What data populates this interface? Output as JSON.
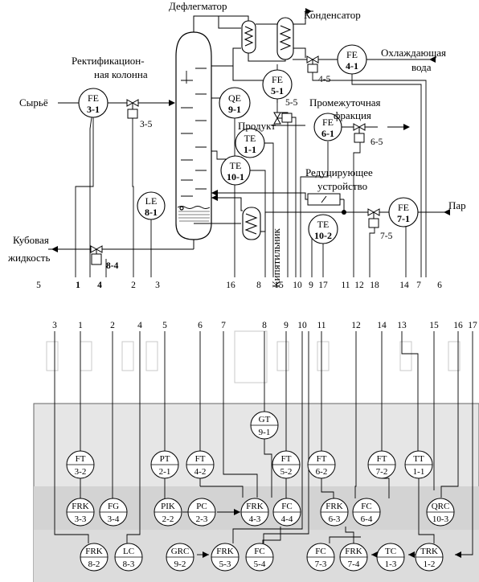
{
  "labels": {
    "deflegmator": "Дефлегматор",
    "condenser": "Конденсатор",
    "cooling_1": "Охлаждающая",
    "cooling_2": "вода",
    "column_1": "Ректификацион-",
    "column_2": "ная колонна",
    "feed": "Сырьё",
    "intermediate_1": "Промежуточная",
    "intermediate_2": "фракция",
    "product": "Продукт",
    "reducer_1": "Редуцирующее",
    "reducer_2": "устройство",
    "steam": "Пар",
    "bottoms_1": "Кубовая",
    "bottoms_2": "жидкость",
    "reboiler": "Кипятильник"
  },
  "field_instruments": [
    {
      "t": "FE",
      "n": "3-1"
    },
    {
      "t": "LE",
      "n": "8-1"
    },
    {
      "t": "QE",
      "n": "9-1"
    },
    {
      "t": "FE",
      "n": "5-1"
    },
    {
      "t": "FE",
      "n": "4-1"
    },
    {
      "t": "TE",
      "n": "1-1"
    },
    {
      "t": "TE",
      "n": "10-1"
    },
    {
      "t": "FE",
      "n": "6-1"
    },
    {
      "t": "TE",
      "n": "10-2"
    },
    {
      "t": "FE",
      "n": "7-1"
    }
  ],
  "actuators": [
    "3-5",
    "5-5",
    "4-5",
    "6-5",
    "7-5",
    "8-4"
  ],
  "upper_terminals": [
    "5",
    "1",
    "4",
    "2",
    "3",
    "16",
    "8",
    "15",
    "10",
    "9",
    "17",
    "11",
    "12",
    "18",
    "14",
    "7",
    "6"
  ],
  "lower_terminals": [
    "3",
    "1",
    "2",
    "4",
    "5",
    "6",
    "7",
    "8",
    "9",
    "10",
    "11",
    "12",
    "14",
    "13",
    "15",
    "16",
    "17"
  ],
  "panel_instruments": [
    {
      "t": "GT",
      "n": "9-1"
    },
    {
      "t": "FT",
      "n": "3-2"
    },
    {
      "t": "PT",
      "n": "2-1"
    },
    {
      "t": "FT",
      "n": "4-2"
    },
    {
      "t": "FT",
      "n": "5-2"
    },
    {
      "t": "FT",
      "n": "6-2"
    },
    {
      "t": "FT",
      "n": "7-2"
    },
    {
      "t": "TT",
      "n": "1-1"
    },
    {
      "t": "FRK",
      "n": "3-3"
    },
    {
      "t": "FG",
      "n": "3-4"
    },
    {
      "t": "PIK",
      "n": "2-2"
    },
    {
      "t": "PC",
      "n": "2-3"
    },
    {
      "t": "FRK",
      "n": "4-3"
    },
    {
      "t": "FC",
      "n": "4-4"
    },
    {
      "t": "FRK",
      "n": "6-3"
    },
    {
      "t": "FC",
      "n": "6-4"
    },
    {
      "t": "QRC",
      "n": "10-3"
    },
    {
      "t": "FRK",
      "n": "8-2"
    },
    {
      "t": "LC",
      "n": "8-3"
    },
    {
      "t": "GRC",
      "n": "9-2"
    },
    {
      "t": "FRK",
      "n": "5-3"
    },
    {
      "t": "FC",
      "n": "5-4"
    },
    {
      "t": "FC",
      "n": "7-3"
    },
    {
      "t": "FRK",
      "n": "7-4"
    },
    {
      "t": "TC",
      "n": "1-3"
    },
    {
      "t": "TRK",
      "n": "1-2"
    }
  ]
}
